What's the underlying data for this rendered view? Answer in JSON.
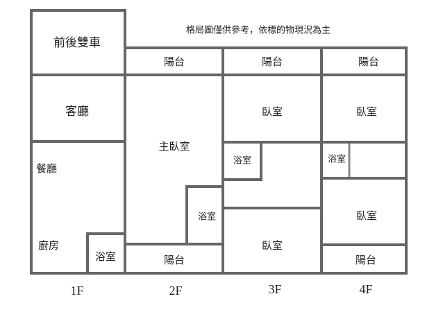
{
  "note": "格局圖僅供參考，依標的物現況為主",
  "floor_1": {
    "label": "1F",
    "garage": "前後雙車",
    "living_room": "客廳",
    "dining_room": "餐廳",
    "kitchen": "廚房",
    "bathroom": "浴室"
  },
  "floor_2": {
    "label": "2F",
    "balcony_top": "陽台",
    "master_bedroom": "主臥室",
    "bathroom": "浴室",
    "balcony_bottom": "陽台"
  },
  "floor_3": {
    "label": "3F",
    "balcony": "陽台",
    "bedroom_top": "臥室",
    "bathroom": "浴室",
    "bedroom_bottom": "臥室"
  },
  "floor_4": {
    "label": "4F",
    "balcony_top": "陽台",
    "bedroom_top": "臥室",
    "bathroom": "浴室",
    "bedroom_bottom": "臥室",
    "balcony_bottom": "陽台"
  }
}
